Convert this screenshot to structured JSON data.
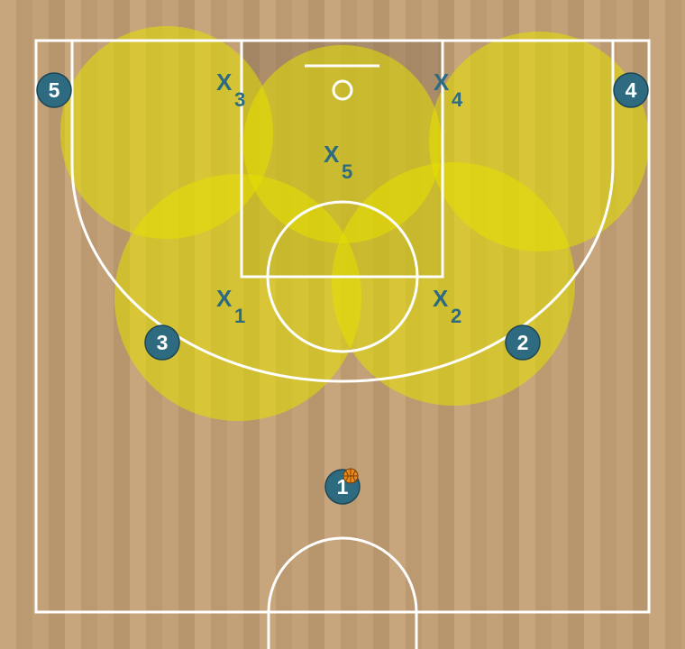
{
  "colors": {
    "court_line": "#ffffff",
    "zone_fill": "#e6e000",
    "player_fill": "#2e6b80",
    "defender_text": "#2e6b80",
    "ball": "#e98a1c"
  },
  "offense": [
    {
      "label": "1",
      "has_ball": true
    },
    {
      "label": "2"
    },
    {
      "label": "3"
    },
    {
      "label": "4"
    },
    {
      "label": "5"
    }
  ],
  "defense": [
    {
      "letter": "X",
      "number": "1"
    },
    {
      "letter": "X",
      "number": "2"
    },
    {
      "letter": "X",
      "number": "3"
    },
    {
      "letter": "X",
      "number": "4"
    },
    {
      "letter": "X",
      "number": "5"
    }
  ],
  "ball_icon": "basketball-icon"
}
